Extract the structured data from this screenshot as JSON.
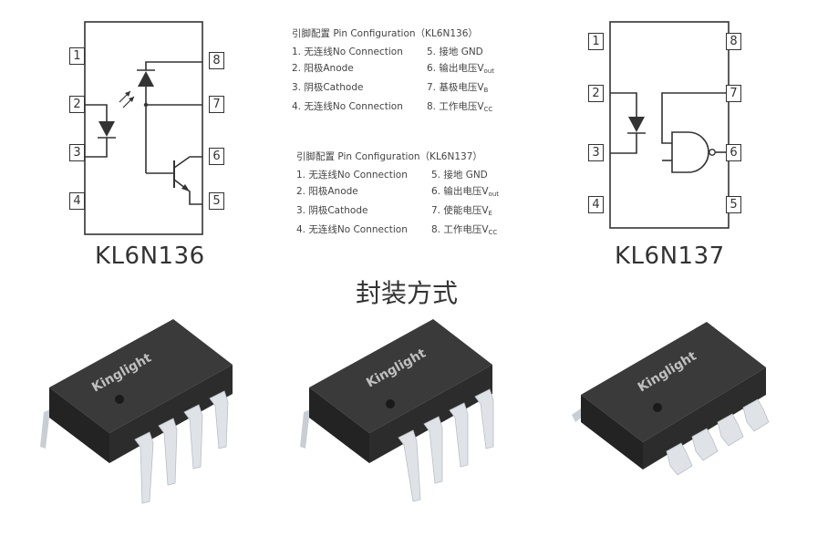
{
  "left_chip": {
    "name": "KL6N136",
    "pins": [
      "1",
      "2",
      "3",
      "4",
      "5",
      "6",
      "7",
      "8"
    ]
  },
  "right_chip": {
    "name": "KL6N137",
    "pins": [
      "1",
      "2",
      "3",
      "4",
      "5",
      "6",
      "7",
      "8"
    ]
  },
  "config_136": {
    "title": "引脚配置 Pin Configuration（KL6N136）",
    "items": [
      {
        "text": "1. 无连线No Connection",
        "sub": ""
      },
      {
        "text": "5. 接地 GND",
        "sub": ""
      },
      {
        "text": "2. 阳极Anode",
        "sub": ""
      },
      {
        "text": "6. 输出电压V",
        "sub": "out"
      },
      {
        "text": "3. 阴极Cathode",
        "sub": ""
      },
      {
        "text": "7. 基极电压V",
        "sub": "B"
      },
      {
        "text": "4. 无连线No Connection",
        "sub": ""
      },
      {
        "text": "8. 工作电压V",
        "sub": "CC"
      }
    ]
  },
  "config_137": {
    "title": "引脚配置 Pin Configuration（KL6N137）",
    "items": [
      {
        "text": "1. 无连线No Connection",
        "sub": ""
      },
      {
        "text": "5. 接地 GND",
        "sub": ""
      },
      {
        "text": "2. 阳极Anode",
        "sub": ""
      },
      {
        "text": "6. 输出电压V",
        "sub": "out"
      },
      {
        "text": "3. 阴极Cathode",
        "sub": ""
      },
      {
        "text": "7. 使能电压V",
        "sub": "E"
      },
      {
        "text": "4. 无连线No Connection",
        "sub": ""
      },
      {
        "text": "8. 工作电压V",
        "sub": "CC"
      }
    ]
  },
  "package_title": "封装方式",
  "chip_brand": "Kinglight",
  "colors": {
    "line": "#333333",
    "chip_body": "#2b2b2b",
    "leads": "#d9dde2"
  }
}
